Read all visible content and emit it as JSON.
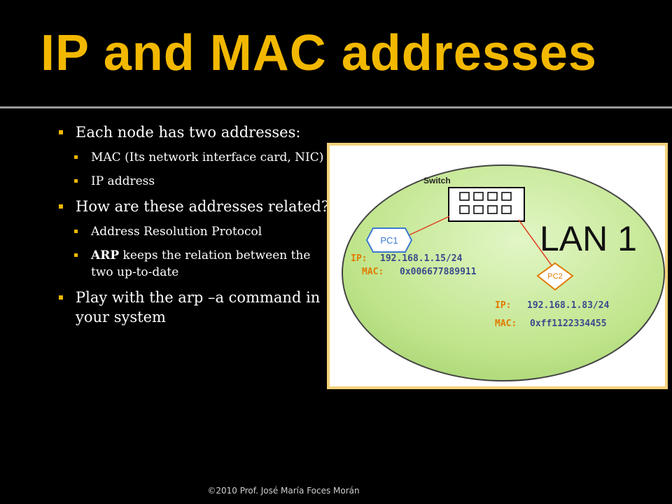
{
  "slide": {
    "title": "IP and MAC addresses",
    "footer": "©2010 Prof. José María Foces Morán"
  },
  "bullets": [
    {
      "text": "Each node has two addresses:"
    },
    {
      "text": "MAC (Its network interface card, NIC)"
    },
    {
      "text": "IP address"
    },
    {
      "text": "How are these addresses related?"
    },
    {
      "text": "Address Resolution Protocol"
    },
    {
      "strong": "ARP",
      "text": " keeps the relation between the two up-to-date"
    },
    {
      "text": "Play with the arp –a command in your system"
    }
  ],
  "diagram": {
    "switch_label": "Switch",
    "lan_label": "LAN 1",
    "pc1": {
      "label": "PC1",
      "ip_key": "IP:",
      "ip": "192.168.1.15/24",
      "mac_key": "MAC:",
      "mac": "0x006677889911"
    },
    "pc2": {
      "label": "PC2",
      "ip_key": "IP:",
      "ip": "192.168.1.83/24",
      "mac_key": "MAC:",
      "mac": "0xff1122334455"
    }
  },
  "colors": {
    "title": "#f2b800",
    "bullet_marker": "#f2b800",
    "key_text": "#e07b00",
    "ip_mac_text": "#3a4a8c",
    "link_line": "#e04020",
    "frame_border": "#f3d27a"
  }
}
